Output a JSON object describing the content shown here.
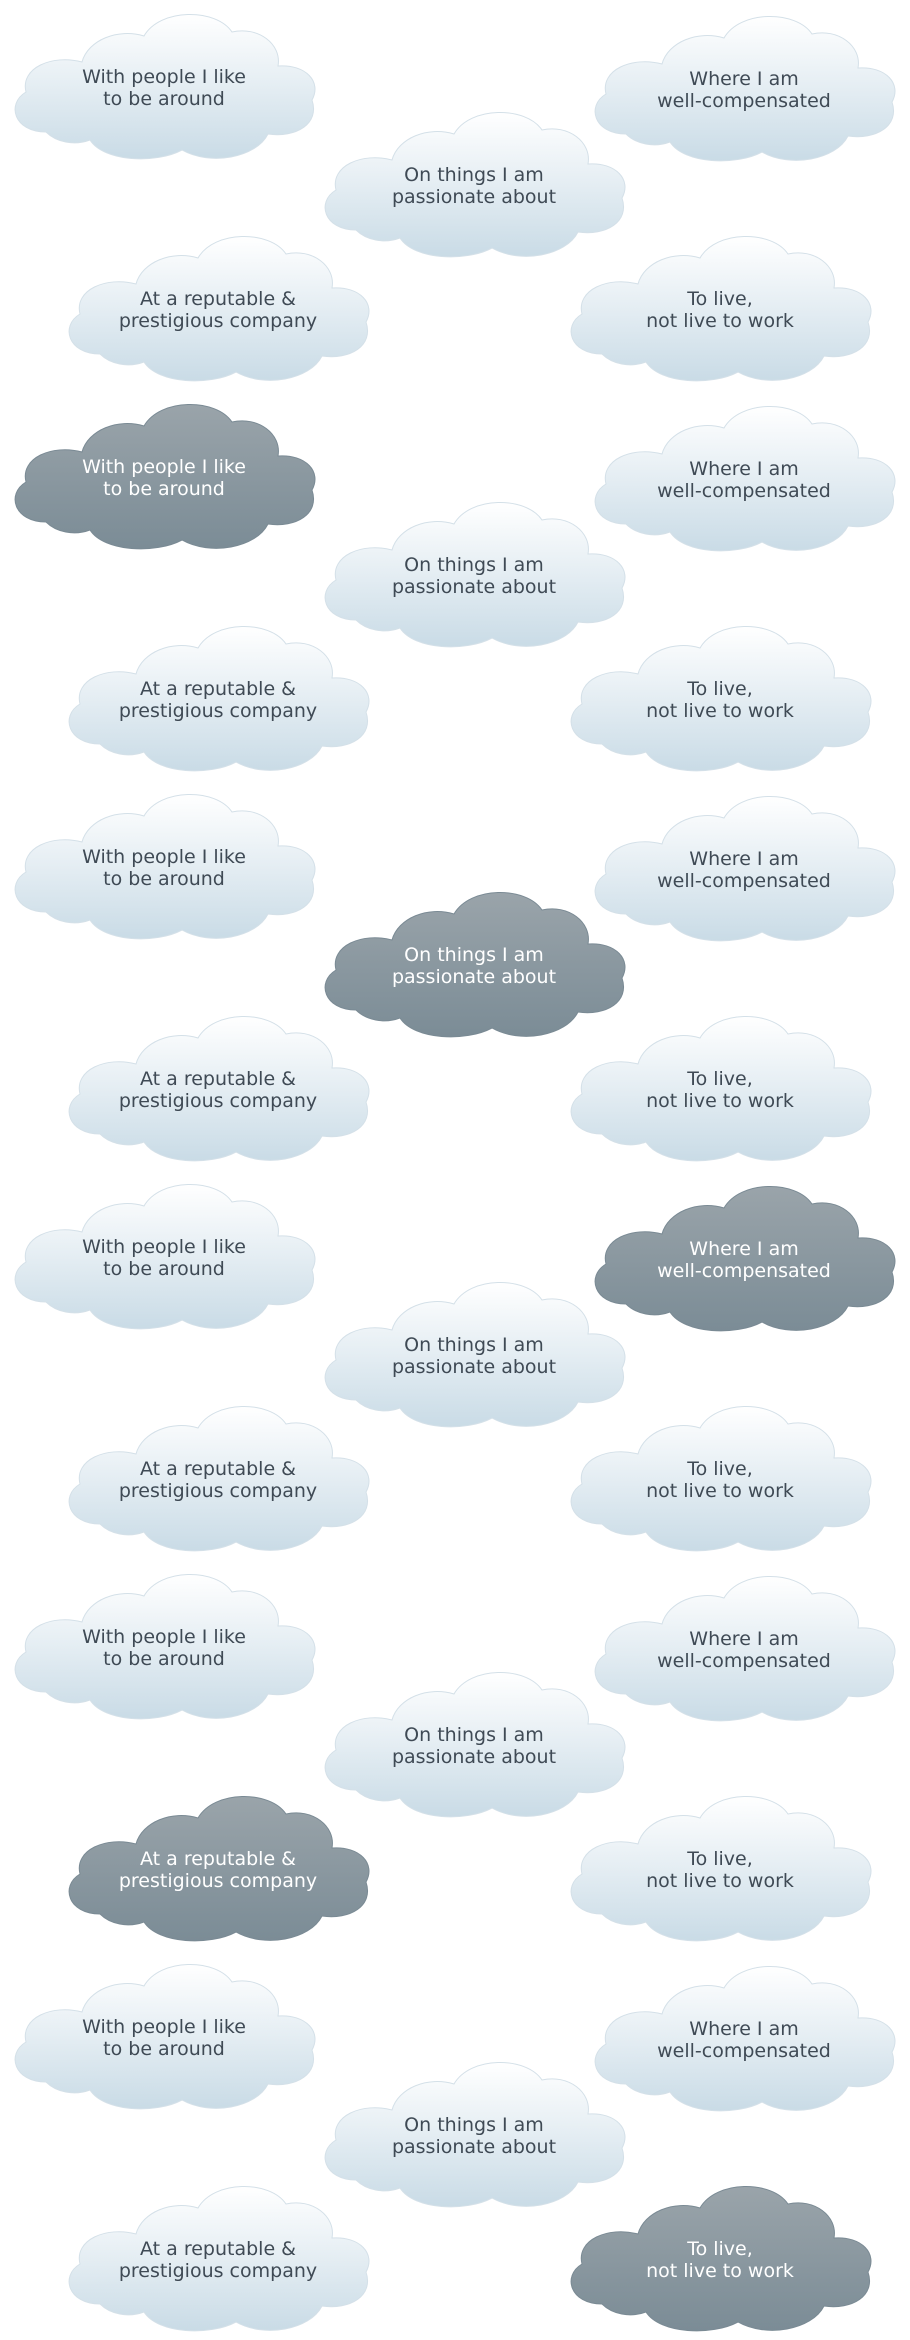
{
  "clouds": [
    {
      "line1": "With people I like",
      "line2": "to be around",
      "selected": false
    },
    {
      "line1": "Where I am",
      "line2": "well-compensated",
      "selected": false
    },
    {
      "line1": "On things I am",
      "line2": "passionate about",
      "selected": false
    },
    {
      "line1": "At a reputable &",
      "line2": "prestigious company",
      "selected": false
    },
    {
      "line1": "To live,",
      "line2": "not live to work",
      "selected": false
    },
    {
      "line1": "With people I like",
      "line2": "to be around",
      "selected": true
    },
    {
      "line1": "Where I am",
      "line2": "well-compensated",
      "selected": false
    },
    {
      "line1": "On things I am",
      "line2": "passionate about",
      "selected": false
    },
    {
      "line1": "At a reputable &",
      "line2": "prestigious company",
      "selected": false
    },
    {
      "line1": "To live,",
      "line2": "not live to work",
      "selected": false
    },
    {
      "line1": "With people I like",
      "line2": "to be around",
      "selected": false
    },
    {
      "line1": "Where I am",
      "line2": "well-compensated",
      "selected": false
    },
    {
      "line1": "On things I am",
      "line2": "passionate about",
      "selected": true
    },
    {
      "line1": "At a reputable &",
      "line2": "prestigious company",
      "selected": false
    },
    {
      "line1": "To live,",
      "line2": "not live to work",
      "selected": false
    },
    {
      "line1": "With people I like",
      "line2": "to be around",
      "selected": false
    },
    {
      "line1": "Where I am",
      "line2": "well-compensated",
      "selected": true
    },
    {
      "line1": "On things I am",
      "line2": "passionate about",
      "selected": false
    },
    {
      "line1": "At a reputable &",
      "line2": "prestigious company",
      "selected": false
    },
    {
      "line1": "To live,",
      "line2": "not live to work",
      "selected": false
    },
    {
      "line1": "With people I like",
      "line2": "to be around",
      "selected": false
    },
    {
      "line1": "Where I am",
      "line2": "well-compensated",
      "selected": false
    },
    {
      "line1": "On things I am",
      "line2": "passionate about",
      "selected": false
    },
    {
      "line1": "At a reputable &",
      "line2": "prestigious company",
      "selected": true
    },
    {
      "line1": "To live,",
      "line2": "not live to work",
      "selected": false
    },
    {
      "line1": "With people I like",
      "line2": "to be around",
      "selected": false
    },
    {
      "line1": "Where I am",
      "line2": "well-compensated",
      "selected": false
    },
    {
      "line1": "On things I am",
      "line2": "passionate about",
      "selected": false
    },
    {
      "line1": "At a reputable &",
      "line2": "prestigious company",
      "selected": false
    },
    {
      "line1": "To live,",
      "line2": "not live to work",
      "selected": true
    }
  ],
  "colors": {
    "light_top": "#ffffff",
    "light_mid": "#e7eff4",
    "light_bottom": "#c9dbe6",
    "dark_top": "#9aa4aa",
    "dark_bottom": "#7b8c96",
    "light_text": "#3f4a55",
    "dark_text": "#ffffff"
  }
}
